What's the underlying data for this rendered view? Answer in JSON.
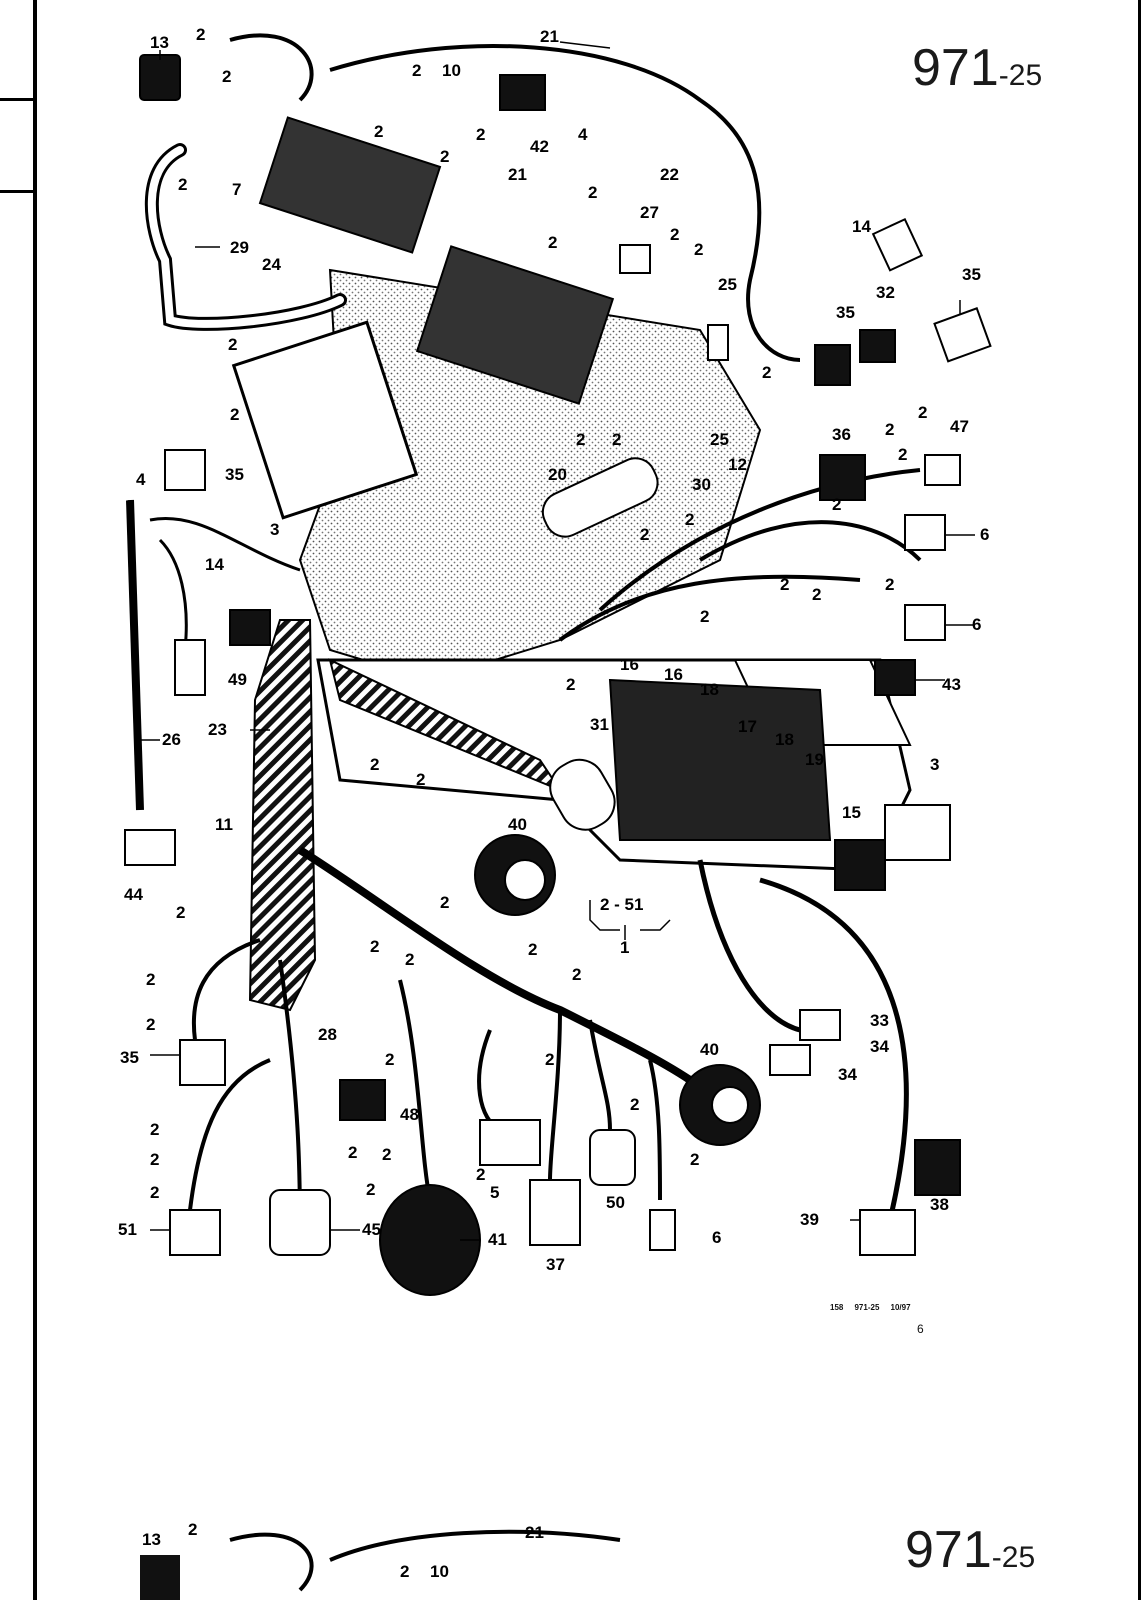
{
  "page": {
    "code_main": "971",
    "code_sub": "-25",
    "caption_left": "158",
    "caption_mid": "971-25",
    "caption_right": "10/97",
    "stray_mark": "6"
  },
  "callouts": {
    "c_13": "13",
    "c_2_a": "2",
    "c_21_a": "21",
    "c_2_b": "2",
    "c_2_c": "2",
    "c_10": "10",
    "c_2_d": "2",
    "c_2_e": "2",
    "c_42": "42",
    "c_4_a": "4",
    "c_22": "22",
    "c_2_f": "2",
    "c_7": "7",
    "c_2_g": "2",
    "c_21_b": "21",
    "c_2_h": "2",
    "c_29": "29",
    "c_27": "27",
    "c_2_i": "2",
    "c_2_j": "2",
    "c_2_k": "2",
    "c_14_a": "14",
    "c_24": "24",
    "c_25_a": "25",
    "c_35_a": "35",
    "c_32": "32",
    "c_35_b": "35",
    "c_2_l": "2",
    "c_2_m": "2",
    "c_2_n": "2",
    "c_2_o": "2",
    "c_2_p": "2",
    "c_2_q": "2",
    "c_2_r": "2",
    "c_25_b": "25",
    "c_36": "36",
    "c_47": "47",
    "c_35_c": "35",
    "c_4_b": "4",
    "c_3_a": "3",
    "c_20": "20",
    "c_30": "30",
    "c_12": "12",
    "c_2_s": "2",
    "c_2_t": "2",
    "c_14_b": "14",
    "c_6_a": "6",
    "c_2_u": "2",
    "c_2_v": "2",
    "c_2_w": "2",
    "c_2_x": "2",
    "c_2_y": "2",
    "c_6_b": "6",
    "c_49": "49",
    "c_2_z": "2",
    "c_16_a": "16",
    "c_16_b": "16",
    "c_18_a": "18",
    "c_43": "43",
    "c_23": "23",
    "c_26": "26",
    "c_2_aa": "2",
    "c_31": "31",
    "c_17": "17",
    "c_18_b": "18",
    "c_19": "19",
    "c_3_b": "3",
    "c_2_ab": "2",
    "c_2_ac": "2",
    "c_40_a": "40",
    "c_15": "15",
    "c_11": "11",
    "c_44": "44",
    "c_2_ad": "2",
    "c_2_51": "2 - 51",
    "c_1": "1",
    "c_2_ae": "2",
    "c_2_af": "2",
    "c_2_ag": "2",
    "c_2_ah": "2",
    "c_33": "33",
    "c_34_a": "34",
    "c_34_b": "34",
    "c_2_ai": "2",
    "c_2_aj": "2",
    "c_2_ak": "2",
    "c_28": "28",
    "c_35_d": "35",
    "c_2_al": "2",
    "c_2_am": "2",
    "c_40_b": "40",
    "c_48": "48",
    "c_2_an": "2",
    "c_2_ao": "2",
    "c_2_ap": "2",
    "c_2_aq": "2",
    "c_2_ar": "2",
    "c_2_as": "2",
    "c_2_at": "2",
    "c_5": "5",
    "c_2_au": "2",
    "c_50": "50",
    "c_2_av": "2",
    "c_38": "38",
    "c_39": "39",
    "c_51": "51",
    "c_45": "45",
    "c_41": "41",
    "c_37": "37",
    "c_6_c": "6"
  },
  "footer_repeat": {
    "c_13": "13",
    "c_2": "2",
    "c_21": "21",
    "c_2b": "2",
    "c_10": "10"
  }
}
